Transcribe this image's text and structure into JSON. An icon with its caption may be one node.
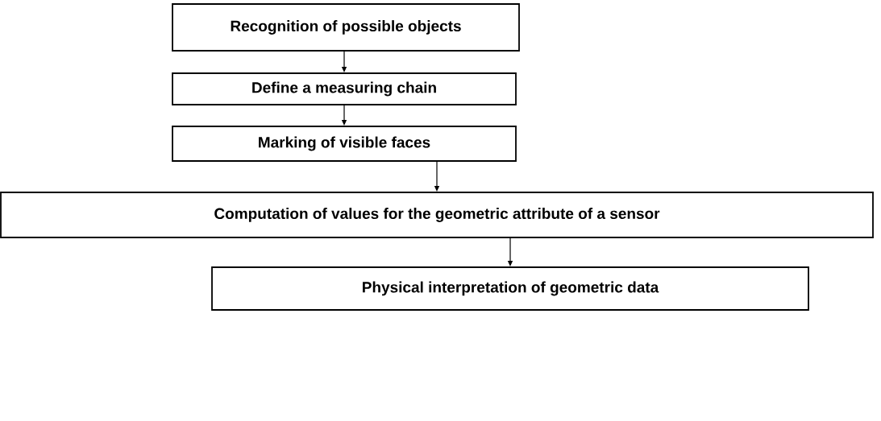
{
  "diagram": {
    "nodes": [
      {
        "text": [
          "Recognition of possible objects"
        ]
      },
      {
        "text": [
          "Define a measuring chain"
        ]
      },
      {
        "text": [
          "Marking of visible faces"
        ]
      },
      {
        "text": [
          "Computation of values for the geometric attribute of a sensor"
        ]
      },
      {
        "text": [
          "Physical interpretation of geometric data"
        ]
      }
    ],
    "edges": [
      {
        "from": 0,
        "to": 1,
        "arrow": "to"
      },
      {
        "from": 1,
        "to": 2,
        "arrow": "to"
      },
      {
        "from": 2,
        "to": 3,
        "arrow": "to"
      },
      {
        "from": 3,
        "to": 4,
        "arrow": "to"
      }
    ]
  }
}
